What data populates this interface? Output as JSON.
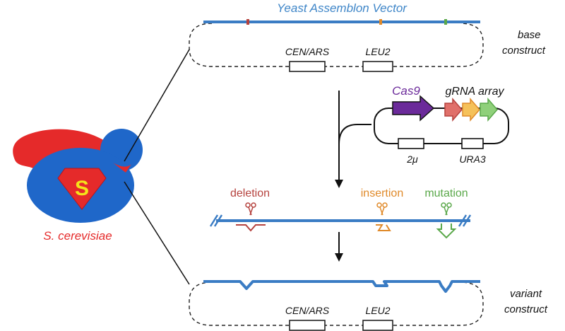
{
  "title": "Yeast Assemblon Vector",
  "organism_label": "S. cerevisiae",
  "base_construct": {
    "label_line1": "base",
    "label_line2": "construct",
    "markers": [
      "CEN/ARS",
      "LEU2"
    ]
  },
  "plasmid": {
    "cas9_label": "Cas9",
    "grna_label": "gRNA array",
    "markers": [
      "2μ",
      "URA3"
    ]
  },
  "edits": {
    "deletion": "deletion",
    "insertion": "insertion",
    "mutation": "mutation"
  },
  "variant_construct": {
    "label_line1": "variant",
    "label_line2": "construct",
    "markers": [
      "CEN/ARS",
      "LEU2"
    ]
  },
  "colors": {
    "dna_blue": "#3a7cc4",
    "title_blue": "#3f86c8",
    "deletion_red": "#b5423e",
    "insertion_orange": "#e08a2a",
    "mutation_green": "#5aa84a",
    "cas9_purple": "#6b2a9a",
    "organism_red": "#e52a2a",
    "cell_blue": "#1f67c9",
    "logo_yellow": "#f4e41a"
  }
}
